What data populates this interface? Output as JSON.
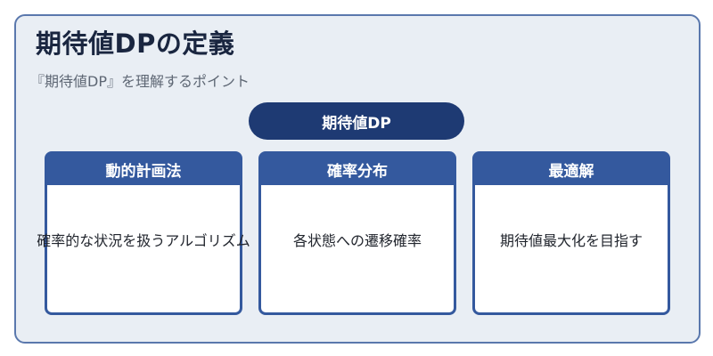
{
  "title": "期待値DPの定義",
  "subtitle": "『期待値DP』を理解するポイント",
  "center_node": "期待値DP",
  "cards": [
    {
      "header": "動的計画法",
      "body": "確率的な状況を扱うアルゴリズム"
    },
    {
      "header": "確率分布",
      "body": "各状態への遷移確率"
    },
    {
      "header": "最適解",
      "body": "期待値最大化を目指す"
    }
  ],
  "colors": {
    "panel_bg": "#e9eef4",
    "panel_border": "#5a78ad",
    "pill": "#1e3a73",
    "card_header": "#34599e"
  }
}
